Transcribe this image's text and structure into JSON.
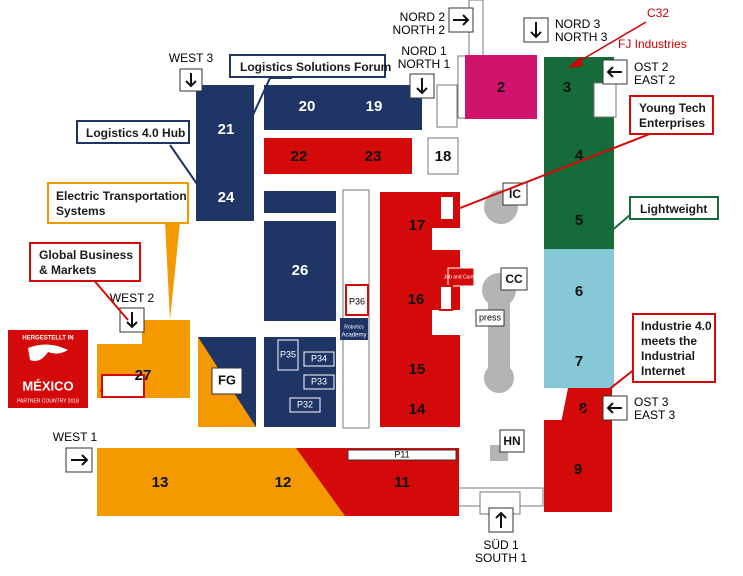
{
  "colors": {
    "navy": "#1f3566",
    "red": "#d40a0a",
    "orange": "#f49a00",
    "green": "#166b3a",
    "lightblue": "#86c8d8",
    "magenta": "#d0146e",
    "grey": "#b4b4b4",
    "annotation_red": "#d40000"
  },
  "halls": {
    "h2": "2",
    "h3": "3",
    "h4": "4",
    "h5": "5",
    "h6": "6",
    "h7": "7",
    "h8": "8",
    "h9": "9",
    "h11": "11",
    "h12": "12",
    "h13": "13",
    "h14": "14",
    "h15": "15",
    "h16": "16",
    "h17": "17",
    "h18": "18",
    "h19": "19",
    "h20": "20",
    "h21": "21",
    "h22": "22",
    "h23": "23",
    "h24": "24",
    "h26": "26",
    "h27": "27",
    "fg": "FG"
  },
  "pavilions": {
    "p11": "P11",
    "p32": "P32",
    "p33": "P33",
    "p34": "P34",
    "p35": "P35",
    "p36": "P36"
  },
  "facilities": {
    "ic": "IC",
    "cc": "CC",
    "press": "press",
    "hn": "HN",
    "academy_line1": "Robotics",
    "academy_line2": "Academy",
    "jobcareer": "Job and Career"
  },
  "entrances": {
    "west3": "WEST 3",
    "west2": "WEST 2",
    "west1": "WEST 1",
    "nord2": [
      "NORD 2",
      "NORTH 2"
    ],
    "nord1": [
      "NORD 1",
      "NORTH 1"
    ],
    "nord3": [
      "NORD 3",
      "NORTH 3"
    ],
    "ost2": [
      "OST 2",
      "EAST 2"
    ],
    "ost3": [
      "OST 3",
      "EAST 3"
    ],
    "sued1": [
      "SÜD 1",
      "SOUTH 1"
    ]
  },
  "callouts": {
    "logistics_forum": "Logistics Solutions Forum",
    "logistics_hub": "Logistics 4.0 Hub",
    "electric": [
      "Electric Transportation",
      "Systems"
    ],
    "global": [
      "Global Business",
      "& Markets"
    ],
    "young_tech": [
      "Young Tech",
      "Enterprises"
    ],
    "lightweight": "Lightweight",
    "industrie": [
      "Industrie 4.0",
      "meets the",
      "Industrial",
      "Internet"
    ]
  },
  "annotations": {
    "booth": "C32",
    "company": "FJ Industries"
  },
  "partner_logo": {
    "top": "HERGESTELLT IN",
    "country": "MÉXICO",
    "bottom": "PARTNER COUNTRY 2018"
  }
}
